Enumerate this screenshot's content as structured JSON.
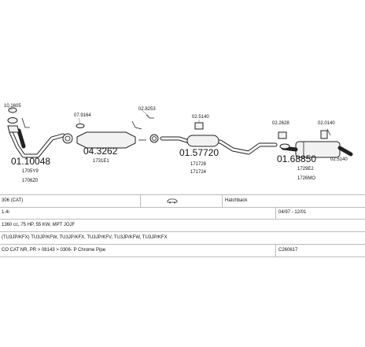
{
  "diagram": {
    "parts": [
      {
        "code": "01.10048",
        "ref1": "1705Y9",
        "ref2": "1706Z0"
      },
      {
        "code": "04.3262",
        "ref1": "1731E1"
      },
      {
        "code": "01.57720",
        "ref1": "171728",
        "ref2": "171724"
      },
      {
        "code": "01.68850",
        "ref1": "1729E2",
        "ref2": "1726MO"
      }
    ],
    "fittings": [
      "10.1605",
      "07.9164",
      "02.8253",
      "02.5140",
      "02.2628",
      "02.0140",
      "02.5140"
    ]
  },
  "info": {
    "model": "306 (CAT)",
    "body": "Hatchback",
    "engine": "1.4i",
    "dates": "04/97 - 12/01",
    "spec": "1360 cc, 75 HP, 55 KW, MPT JOJF",
    "engine_codes": "(TU3JP/KFX) TU3JP/KFW, TU3JP/KFX, TU3JP/KFV, TU3JP/KFW, TU3JP/KFX",
    "notes": "CO CAT NR, PR > 08143 > 0306- P Chrome Pipe",
    "catalog_code": "C260617"
  }
}
